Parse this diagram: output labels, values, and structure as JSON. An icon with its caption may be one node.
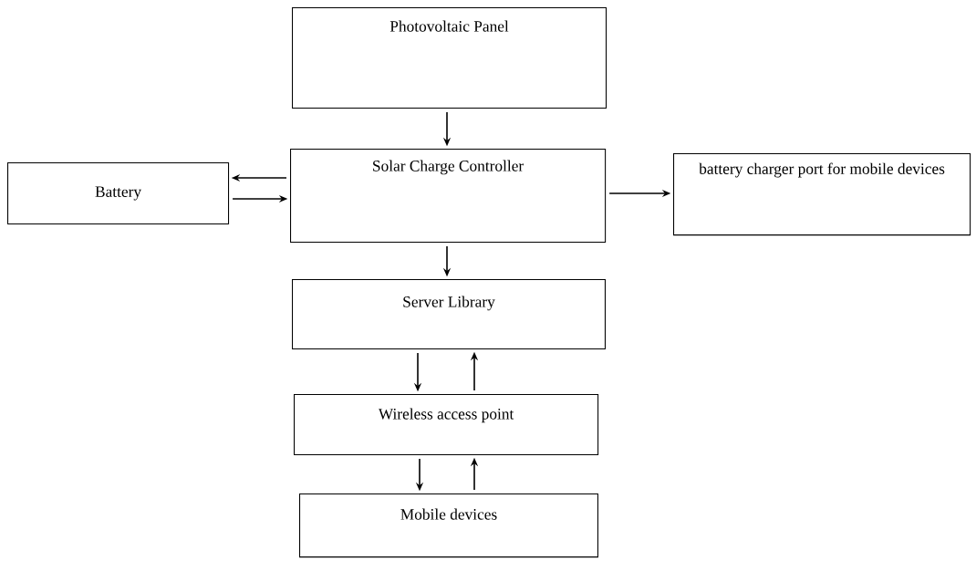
{
  "diagram": {
    "nodes": [
      {
        "text": [
          "Photovoltaic Panel"
        ]
      },
      {
        "text": [
          "Solar Charge Controller"
        ]
      },
      {
        "text": [
          "Battery"
        ]
      },
      {
        "text": [
          "battery charger port for mobile devices"
        ]
      },
      {
        "text": [
          "Server Library"
        ]
      },
      {
        "text": [
          "Wireless access point"
        ]
      },
      {
        "text": [
          "Mobile devices"
        ]
      }
    ],
    "edges": [
      {
        "from": 0,
        "to": 1,
        "arrow": "to"
      },
      {
        "from": 1,
        "to": 2,
        "arrow": "to"
      },
      {
        "from": 2,
        "to": 1,
        "arrow": "to"
      },
      {
        "from": 1,
        "to": 3,
        "arrow": "to"
      },
      {
        "from": 1,
        "to": 4,
        "arrow": "to"
      },
      {
        "from": 4,
        "to": 5,
        "arrow": "to"
      },
      {
        "from": 5,
        "to": 4,
        "arrow": "to"
      },
      {
        "from": 5,
        "to": 6,
        "arrow": "to"
      },
      {
        "from": 6,
        "to": 5,
        "arrow": "to"
      }
    ]
  }
}
